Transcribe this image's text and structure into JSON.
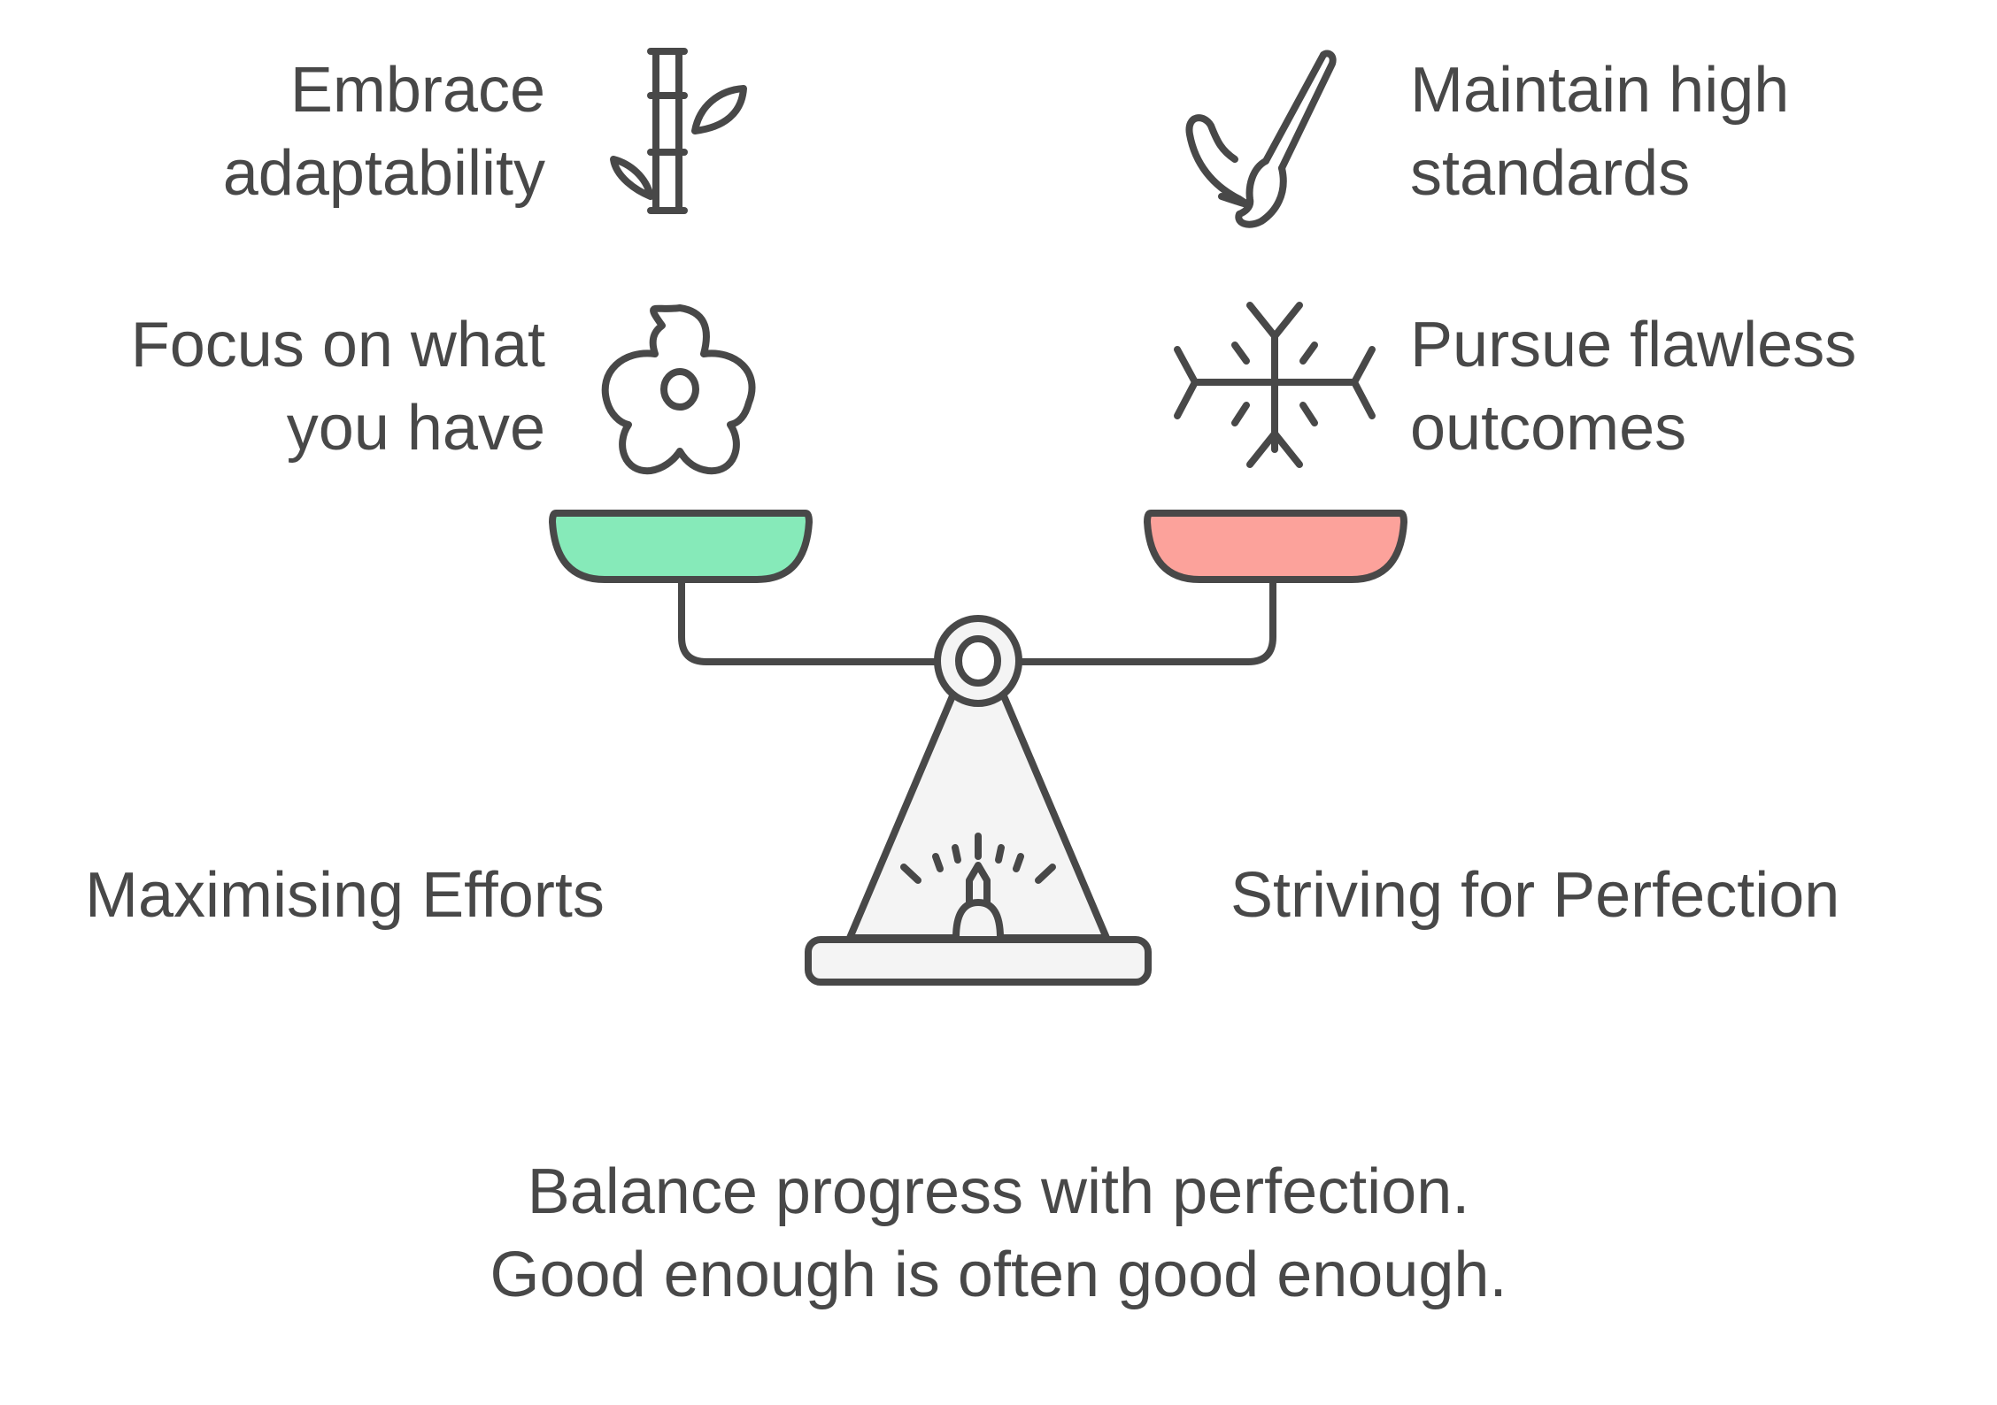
{
  "left_side": {
    "title": "Maximising Efforts",
    "pan_color": "#86EAB9",
    "items": [
      {
        "lines": [
          "Embrace",
          "adaptability"
        ],
        "icon": "bamboo-icon"
      },
      {
        "lines": [
          "Focus on what",
          "you have"
        ],
        "icon": "flower-icon"
      }
    ]
  },
  "right_side": {
    "title": "Striving for Perfection",
    "pan_color": "#FCA29B",
    "items": [
      {
        "lines": [
          "Maintain high",
          "standards"
        ],
        "icon": "paintbrush-icon"
      },
      {
        "lines": [
          "Pursue flawless",
          "outcomes"
        ],
        "icon": "snowflake-icon"
      }
    ]
  },
  "scale": {
    "icon": "balance-scale-icon",
    "stroke_color": "#484848",
    "base_fill": "#F4F4F4"
  },
  "footer": {
    "lines": [
      "Balance progress with perfection.",
      "Good enough is often good enough."
    ]
  }
}
